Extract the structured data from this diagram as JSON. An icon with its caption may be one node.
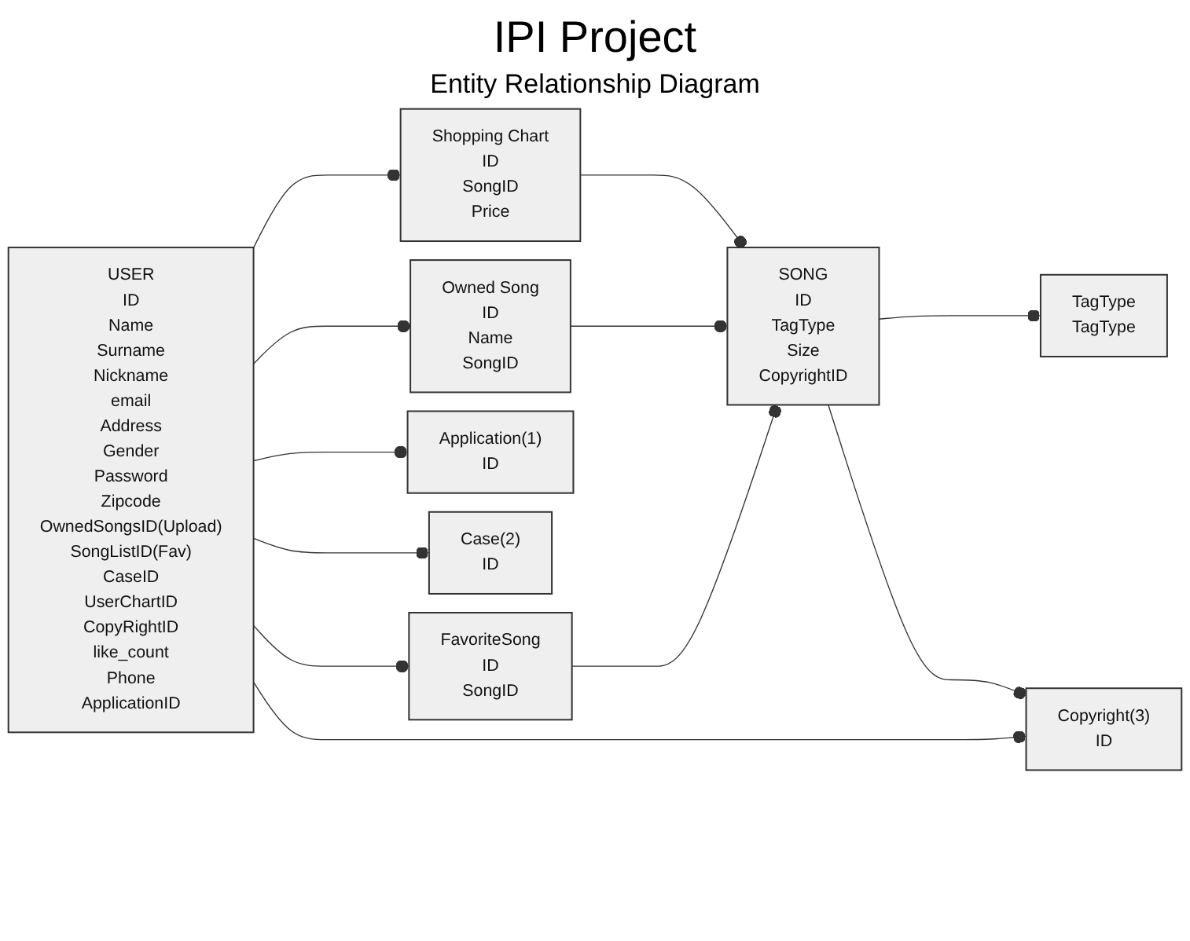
{
  "diagram": {
    "title": "IPI Project",
    "nodes": [
      {
        "text": [
          "USER",
          "ID",
          "Name",
          "Surname",
          "Nickname",
          "email",
          "Address",
          "Gender",
          "Password",
          "Zipcode",
          "OwnedSongsID(Upload)",
          "SongListID(Fav)",
          "CaseID",
          "UserChartID",
          "CopyRightID",
          "like_count",
          "Phone",
          "ApplicationID"
        ]
      },
      {
        "text": [
          "Shopping Chart",
          "ID",
          "SongID",
          "Price"
        ]
      },
      {
        "text": [
          "Owned Song",
          "ID",
          "Name",
          "SongID"
        ]
      },
      {
        "text": [
          "SONG",
          "ID",
          "TagType",
          "Size",
          "CopyrightID"
        ]
      },
      {
        "text": [
          "TagType",
          "TagType"
        ]
      },
      {
        "text": [
          "Application(1)",
          "ID"
        ]
      },
      {
        "text": [
          "Case(2)",
          "ID"
        ]
      },
      {
        "text": [
          "Copyright(3)",
          "ID"
        ]
      },
      {
        "text": [
          "FavoriteSong",
          "ID",
          "SongID"
        ]
      }
    ],
    "edges": [
      {
        "from": 0,
        "to": 1,
        "arrow": "other"
      },
      {
        "from": 0,
        "to": 2,
        "arrow": "other"
      },
      {
        "from": 1,
        "to": 3,
        "arrow": "other"
      },
      {
        "from": 2,
        "to": 3,
        "arrow": "other"
      },
      {
        "from": 8,
        "to": 3,
        "arrow": "other"
      },
      {
        "from": 3,
        "to": 4,
        "arrow": "other"
      },
      {
        "from": 3,
        "to": 7,
        "arrow": "other"
      },
      {
        "from": 0,
        "to": 7,
        "arrow": "other"
      },
      {
        "from": 0,
        "to": 8,
        "arrow": "other"
      },
      {
        "from": 0,
        "to": 6,
        "arrow": "other"
      },
      {
        "from": 0,
        "to": 5,
        "arrow": "other"
      }
    ],
    "labels": [
      "Entity Relationship Diagram"
    ]
  }
}
